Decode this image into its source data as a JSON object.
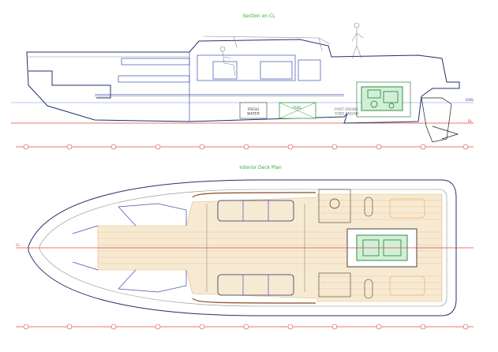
{
  "section": {
    "title": "Section on CL",
    "labels": {
      "dwl": "DWL",
      "bl": "BL",
      "fresh_water": "FRESH\nWATER",
      "fuel": "FUEL",
      "engine_note": "PORT ENGINE\nSTBD ENGINE"
    }
  },
  "plan": {
    "title": "Interior Deck Plan",
    "labels": {
      "cl": "CL"
    }
  },
  "colors": {
    "hull": "#24306e",
    "interior": "#3e4fb4",
    "gridline": "#e04848",
    "engine": "#0e8a2e",
    "deck": "#e9b774",
    "title": "#3aa83a"
  },
  "icons": {
    "station_marker": "circled-tick",
    "seated_figure": "mannequin"
  }
}
